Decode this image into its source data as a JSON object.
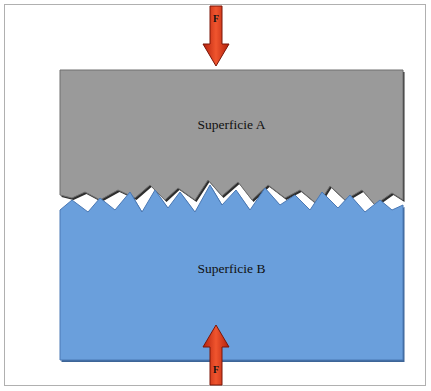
{
  "diagram": {
    "nodes": [
      {
        "text": [
          "F"
        ]
      },
      {
        "text": [
          "Superficie A"
        ]
      },
      {
        "text": [
          "Superficie B"
        ]
      },
      {
        "text": [
          "F"
        ]
      }
    ]
  }
}
